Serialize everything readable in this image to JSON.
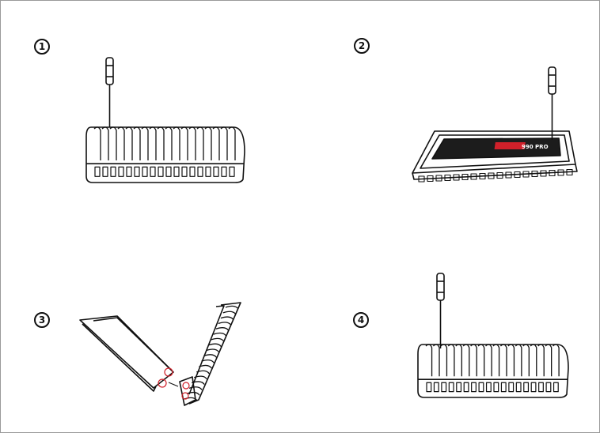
{
  "steps": [
    {
      "number": "1",
      "label": "①"
    },
    {
      "number": "2",
      "label": "②"
    },
    {
      "number": "3",
      "label": "③"
    },
    {
      "number": "4",
      "label": "④"
    }
  ],
  "ssd_label": "990 PRO",
  "colors": {
    "line": "#111111",
    "highlight": "#d0202a",
    "ssd": "#1c1c1c"
  }
}
